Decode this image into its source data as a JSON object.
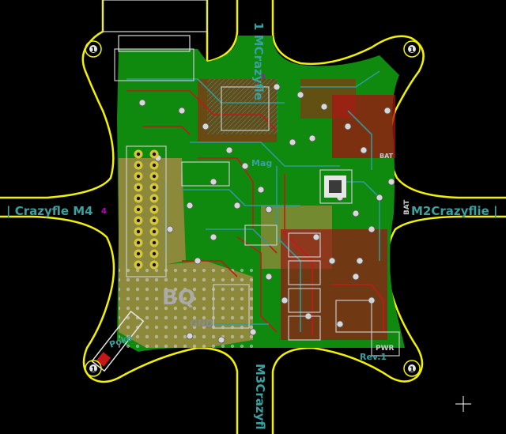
{
  "app": {
    "view": "PCB layout canvas"
  },
  "colors": {
    "background": "#000000",
    "outline": "#f2f200",
    "board_green": "#0f8a0f",
    "board_olive": "#8c8a3a",
    "trace_red": "#c41818",
    "trace_teal": "#2f9a9a",
    "silkscreen": "#c8c8c8",
    "silk_label": "#3aa0a0",
    "magenta": "#c000c0",
    "cursor": "#ffffff"
  },
  "labels": {
    "arm_top": "1 MCrazyfle",
    "arm_top_small": "1",
    "arm_left": "| Crazyfle M4",
    "arm_left_small": "4",
    "arm_right": "M2Crazyflie |",
    "arm_right_small": "BAT",
    "arm_bottom": "M3Crazyfl",
    "mount_tl": "1",
    "mount_tr": "1",
    "mount_bl": "1",
    "mount_br": "1",
    "mag_label": "Mag",
    "bat_label": "BAT",
    "rev_label": "Rev.1",
    "poke_label": "Poke",
    "bq_label": "BQ",
    "chip_label": "GND",
    "pwr_label": "PWR"
  },
  "cursor": {
    "symbol": "crosshair"
  }
}
